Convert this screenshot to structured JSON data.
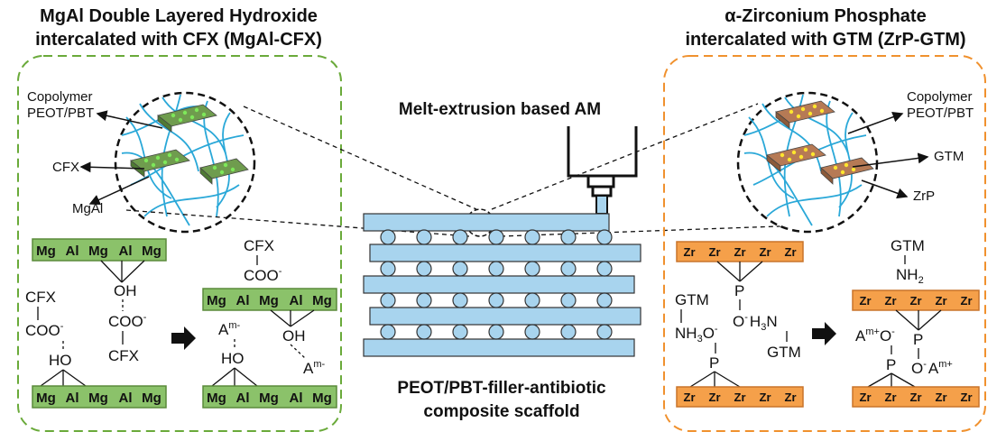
{
  "left_panel": {
    "title_line1": "MgAl Double Layered Hydroxide",
    "title_line2": "intercalated with CFX (MgAl-CFX)",
    "labels": {
      "copolymer_line1": "Copolymer",
      "copolymer_line2": "PEOT/PBT",
      "cfx": "CFX",
      "mgal": "MgAl"
    },
    "sheet_top": [
      "Mg",
      "Al",
      "Mg",
      "Al",
      "Mg"
    ],
    "sheet_bottom": [
      "Mg",
      "Al",
      "Mg",
      "Al",
      "Mg"
    ],
    "sheet_right_top": [
      "Mg",
      "Al",
      "Mg",
      "Al",
      "Mg"
    ],
    "sheet_right_bottom": [
      "Mg",
      "Al",
      "Mg",
      "Al",
      "Mg"
    ],
    "chem": {
      "cfx": "CFX",
      "coo": "COO",
      "oh": "OH",
      "ho": "HO",
      "minus": "-",
      "a": "A",
      "m_minus": "m-"
    },
    "border_color": "#6aaa3a",
    "sheet_color": "#8bc26a"
  },
  "right_panel": {
    "title_line1": "α-Zirconium Phosphate",
    "title_line2": "intercalated with GTM (ZrP-GTM)",
    "labels": {
      "copolymer_line1": "Copolymer",
      "copolymer_line2": "PEOT/PBT",
      "gtm": "GTM",
      "zrp": "ZrP"
    },
    "sheet": [
      "Zr",
      "Zr",
      "Zr",
      "Zr",
      "Zr"
    ],
    "chem": {
      "gtm": "GTM",
      "nh": "NH",
      "two": "2",
      "three": "3",
      "p": "P",
      "o": "O",
      "minus": "-",
      "h3n_h": "H",
      "h3n_n": "N",
      "a": "A",
      "m_plus": "m+"
    },
    "border_color": "#f0912e",
    "sheet_color": "#f5a04a"
  },
  "center": {
    "title": "Melt-extrusion based AM",
    "caption_line1": "PEOT/PBT-filler-antibiotic",
    "caption_line2": "composite scaffold",
    "strand_color": "#a8d4ee"
  },
  "icons": {
    "arrow": "right-arrow-icon",
    "nozzle": "extruder-nozzle-icon"
  }
}
